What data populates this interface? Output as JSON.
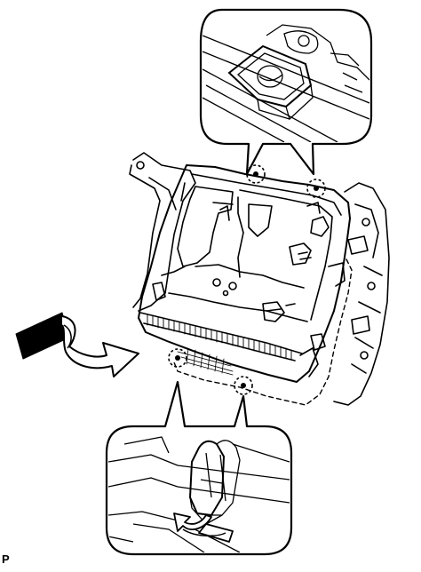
{
  "figure": {
    "reference_code": "P",
    "line_color": "#000000",
    "background_color": "#ffffff",
    "motion_arrow_color": "#000000"
  },
  "parts": {
    "main_part": "hvac-unit-housing-cover",
    "upper_detail": "claw-clip-detail",
    "lower_detail": "clip-release-detail",
    "arrows": [
      "removal-direction-arrow",
      "clip-release-arrow"
    ]
  }
}
